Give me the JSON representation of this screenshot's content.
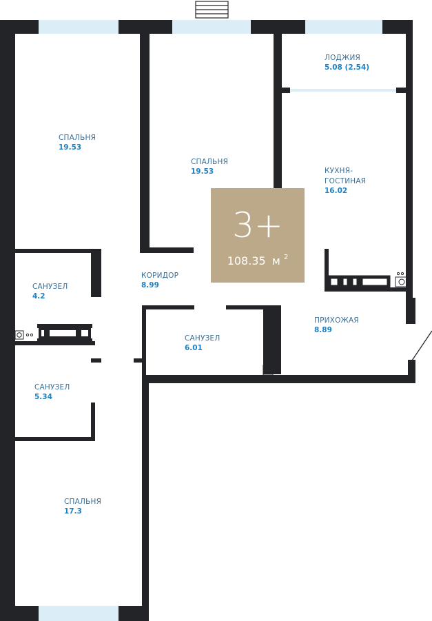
{
  "colors": {
    "wall": "#222428",
    "window": "#dbedf6",
    "label_name": "#3a6f96",
    "label_area": "#1d82c4",
    "badge_bg": "#bba98a",
    "badge_text": "#ffffff",
    "fixture_stroke": "#222428"
  },
  "badge": {
    "type": "3+",
    "area": "108.35",
    "unit": "м",
    "unit_power": "2"
  },
  "rooms": [
    {
      "id": "bedroom-1",
      "name_lines": [
        "СПАЛЬНЯ"
      ],
      "area": "19.53"
    },
    {
      "id": "bedroom-2",
      "name_lines": [
        "СПАЛЬНЯ"
      ],
      "area": "19.53"
    },
    {
      "id": "loggia",
      "name_lines": [
        "ЛОДЖИЯ"
      ],
      "area": "5.08 (2.54)"
    },
    {
      "id": "kitchen-living",
      "name_lines": [
        "КУХНЯ-",
        "ГОСТИНАЯ"
      ],
      "area": "16.02"
    },
    {
      "id": "corridor",
      "name_lines": [
        "КОРИДОР"
      ],
      "area": "8.99"
    },
    {
      "id": "bathroom-1",
      "name_lines": [
        "САНУЗЕЛ"
      ],
      "area": "4.2"
    },
    {
      "id": "bathroom-2",
      "name_lines": [
        "САНУЗЕЛ"
      ],
      "area": "6.01"
    },
    {
      "id": "hallway",
      "name_lines": [
        "ПРИХОЖАЯ"
      ],
      "area": "8.89"
    },
    {
      "id": "bathroom-3",
      "name_lines": [
        "САНУЗЕЛ"
      ],
      "area": "5.34"
    },
    {
      "id": "bedroom-3",
      "name_lines": [
        "СПАЛЬНЯ"
      ],
      "area": "17.3"
    }
  ]
}
